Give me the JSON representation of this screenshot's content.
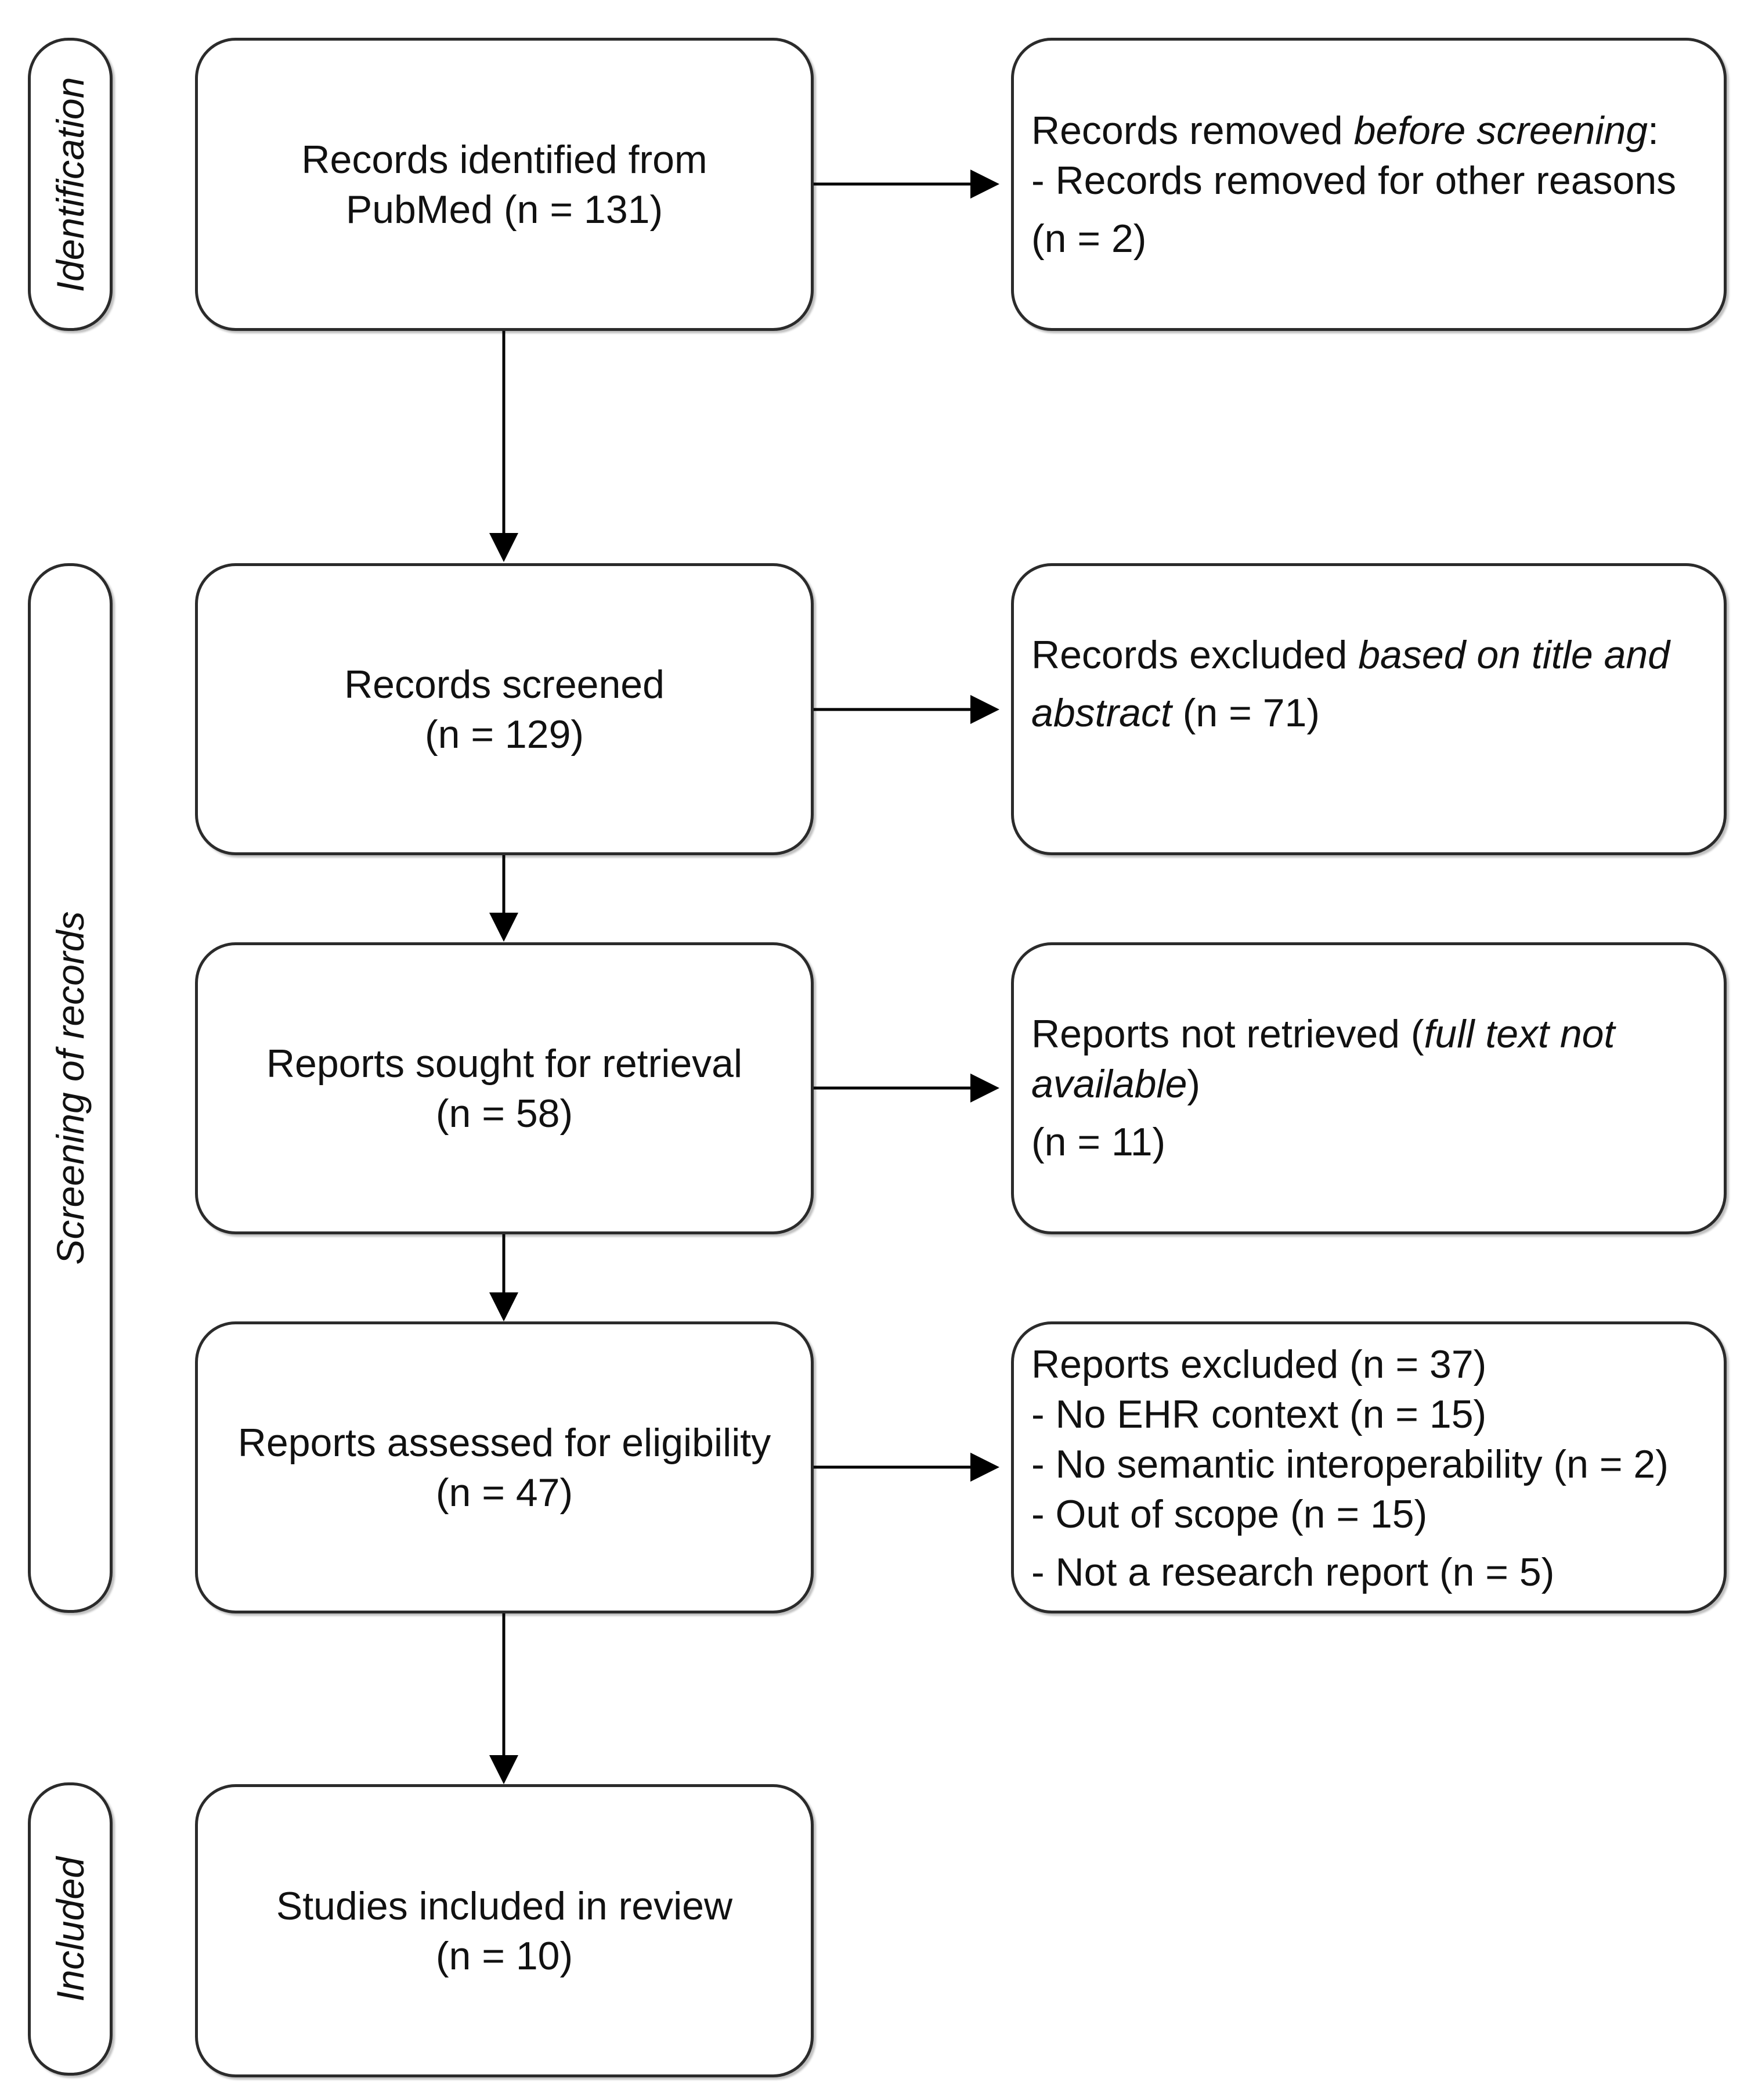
{
  "phases": {
    "identification": "Identification",
    "screening": "Screening of records",
    "included": "Included"
  },
  "boxes": {
    "identified": {
      "line1": "Records identified from",
      "line2": "PubMed (n = 131)"
    },
    "removed": {
      "line1_pre": "Records removed ",
      "line1_em": "before screening",
      "line1_post": ":",
      "line2": "- Records removed for other reasons",
      "line3": "(n = 2)"
    },
    "screened": {
      "line1": "Records screened",
      "line2": "(n = 129)"
    },
    "excluded_title": {
      "line1_pre": "Records excluded ",
      "line1_em": "based on title and",
      "line2_em": "abstract",
      "line2_post": " (n = 71)"
    },
    "sought": {
      "line1": "Reports sought for retrieval",
      "line2": "(n = 58)"
    },
    "not_retrieved": {
      "line1_pre": "Reports not retrieved (",
      "line1_em": "full text not",
      "line2_em": "available",
      "line2_post": ")",
      "line3": "(n = 11)"
    },
    "assessed": {
      "line1": "Reports assessed for eligibility",
      "line2": "(n = 47)"
    },
    "reports_excluded": {
      "items": [
        "Reports excluded (n = 37)",
        "- No EHR context (n = 15)",
        "- No semantic interoperability (n = 2)",
        "- Out of scope (n = 15)",
        "- Not a research report (n = 5)"
      ]
    },
    "included": {
      "line1": "Studies included in review",
      "line2": "(n = 10)"
    }
  }
}
